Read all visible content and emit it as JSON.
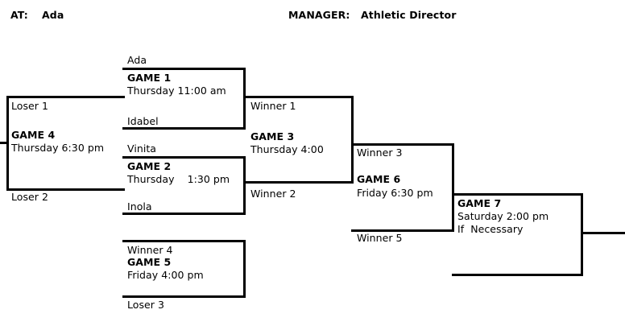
{
  "header": {
    "at_label": "AT:",
    "at_value": "Ada",
    "manager_label": "MANAGER:",
    "manager_value": "Athletic Director"
  },
  "bracket": {
    "games": [
      {
        "id": "game1",
        "title": "GAME 1",
        "time": "Thursday 11:00 am",
        "top_entrant": "Ada",
        "bottom_entrant": "Idabel"
      },
      {
        "id": "game2",
        "title": "GAME 2",
        "time": "Thursday    1:30 pm",
        "top_entrant": "Vinita",
        "bottom_entrant": "Inola"
      },
      {
        "id": "game3",
        "title": "GAME 3",
        "time": "Thursday 4:00",
        "top_entrant": "Winner 1",
        "bottom_entrant": "Winner 2"
      },
      {
        "id": "game4",
        "title": "GAME 4",
        "time": "Thursday 6:30 pm",
        "top_entrant": "Loser 1",
        "bottom_entrant": "Loser 2"
      },
      {
        "id": "game5",
        "title": "GAME 5",
        "time": "Friday 4:00 pm",
        "top_entrant": "Winner 4",
        "bottom_entrant": "Loser 3"
      },
      {
        "id": "game6",
        "title": "GAME 6",
        "time": "Friday 6:30 pm",
        "top_entrant": "Winner 3",
        "bottom_entrant": "Winner 5"
      },
      {
        "id": "game7",
        "title": "GAME 7",
        "time": "Saturday 2:00 pm",
        "note": "If  Necessary"
      }
    ]
  },
  "colors": {
    "line": "#000000",
    "text": "#000000",
    "background": "#ffffff"
  }
}
